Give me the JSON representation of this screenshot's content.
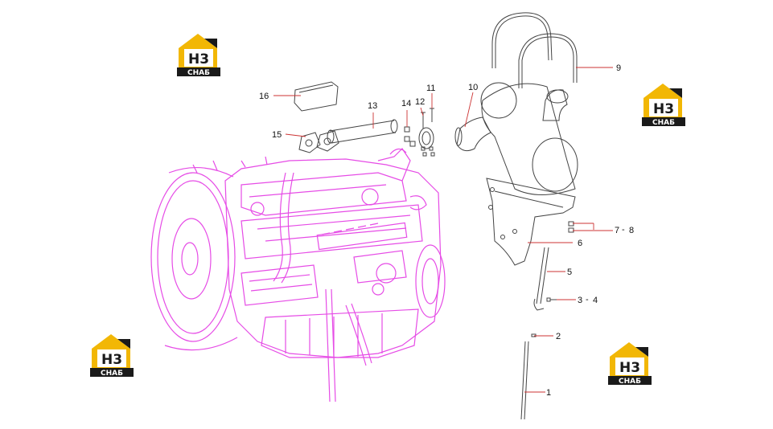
{
  "logo": {
    "mark": "Н3",
    "caption": "СНАБ",
    "gold": "#f2b705",
    "dark": "#1a1a1a"
  },
  "colors": {
    "engine": "#e64ce6",
    "parts": "#444444",
    "leader": "#cc3333"
  },
  "callouts": {
    "c1": "1",
    "c2": "2",
    "c3": "3",
    "c3sep": "-",
    "c4": "4",
    "c5": "5",
    "c6": "6",
    "c7": "7",
    "c7sep": "-",
    "c8": "8",
    "c9": "9",
    "c10": "10",
    "c11": "11",
    "c12": "12",
    "c13": "13",
    "c14": "14",
    "c15": "15",
    "c16": "16"
  }
}
